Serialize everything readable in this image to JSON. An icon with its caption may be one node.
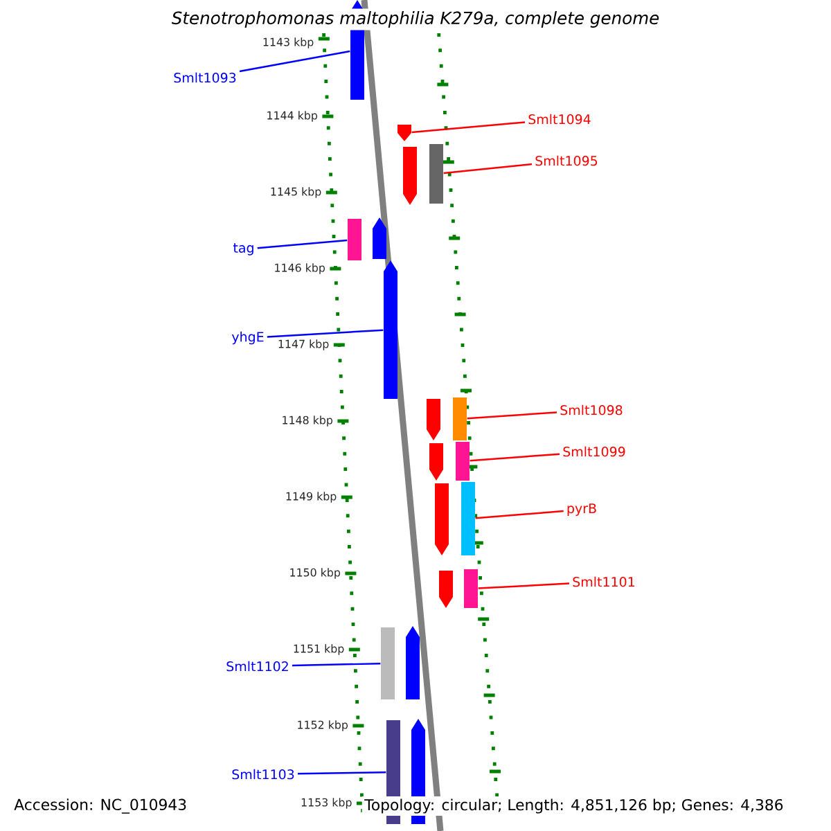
{
  "diagram": {
    "title": "Stenotrophomonas maltophilia K279a, complete genome",
    "nodes": [
      {
        "text": [
          "Smlt1093"
        ]
      },
      {
        "text": [
          "Smlt1094"
        ]
      },
      {
        "text": [
          "Smlt1095"
        ]
      },
      {
        "text": [
          "tag"
        ]
      },
      {
        "text": [
          "yhgE"
        ]
      },
      {
        "text": [
          "Smlt1098"
        ]
      },
      {
        "text": [
          "Smlt1099"
        ]
      },
      {
        "text": [
          "pyrB"
        ]
      },
      {
        "text": [
          "Smlt1101"
        ]
      },
      {
        "text": [
          "Smlt1102"
        ]
      },
      {
        "text": [
          "Smlt1103"
        ]
      },
      {
        "text": [],
        "shape": "arrow"
      },
      {
        "text": [],
        "shape": "arrow"
      },
      {
        "text": [],
        "shape": "arrow"
      },
      {
        "text": [],
        "shape": "bar"
      },
      {
        "text": [],
        "shape": "bar"
      },
      {
        "text": [],
        "shape": "arrow"
      },
      {
        "text": [],
        "shape": "arrow"
      },
      {
        "text": [],
        "shape": "arrow"
      },
      {
        "text": [],
        "shape": "bar"
      },
      {
        "text": [],
        "shape": "arrow"
      },
      {
        "text": [],
        "shape": "bar"
      },
      {
        "text": [],
        "shape": "arrow"
      },
      {
        "text": [],
        "shape": "bar"
      },
      {
        "text": [],
        "shape": "arrow"
      },
      {
        "text": [],
        "shape": "bar"
      },
      {
        "text": [],
        "shape": "bar"
      },
      {
        "text": [],
        "shape": "arrow"
      },
      {
        "text": [],
        "shape": "bar"
      },
      {
        "text": [],
        "shape": "arrow"
      }
    ],
    "edges": [
      {
        "from": 0,
        "to": 11,
        "arrow": "none",
        "color": "#0000ff"
      },
      {
        "from": 1,
        "to": 12,
        "arrow": "none"
      },
      {
        "from": 2,
        "to": 14,
        "arrow": "none"
      },
      {
        "from": 3,
        "to": 15,
        "arrow": "none",
        "color": "#0000ff"
      },
      {
        "from": 4,
        "to": 17,
        "arrow": "none",
        "color": "#0000ff"
      },
      {
        "from": 5,
        "to": 19,
        "arrow": "none"
      },
      {
        "from": 6,
        "to": 21,
        "arrow": "none"
      },
      {
        "from": 7,
        "to": 23,
        "arrow": "none"
      },
      {
        "from": 8,
        "to": 25,
        "arrow": "none"
      },
      {
        "from": 9,
        "to": 26,
        "arrow": "none",
        "color": "#0000ff"
      },
      {
        "from": 10,
        "to": 28,
        "arrow": "none",
        "color": "#0000ff"
      }
    ],
    "labels": [
      "1143 kbp",
      "1144 kbp",
      "1145 kbp",
      "1146 kbp",
      "1147 kbp",
      "1148 kbp",
      "1149 kbp",
      "1150 kbp",
      "1151 kbp",
      "1152 kbp",
      "1153 kbp",
      "Accession: NC_010943",
      "Topology: circular; Length: 4,851,126 bp; Genes: 4,386"
    ]
  }
}
